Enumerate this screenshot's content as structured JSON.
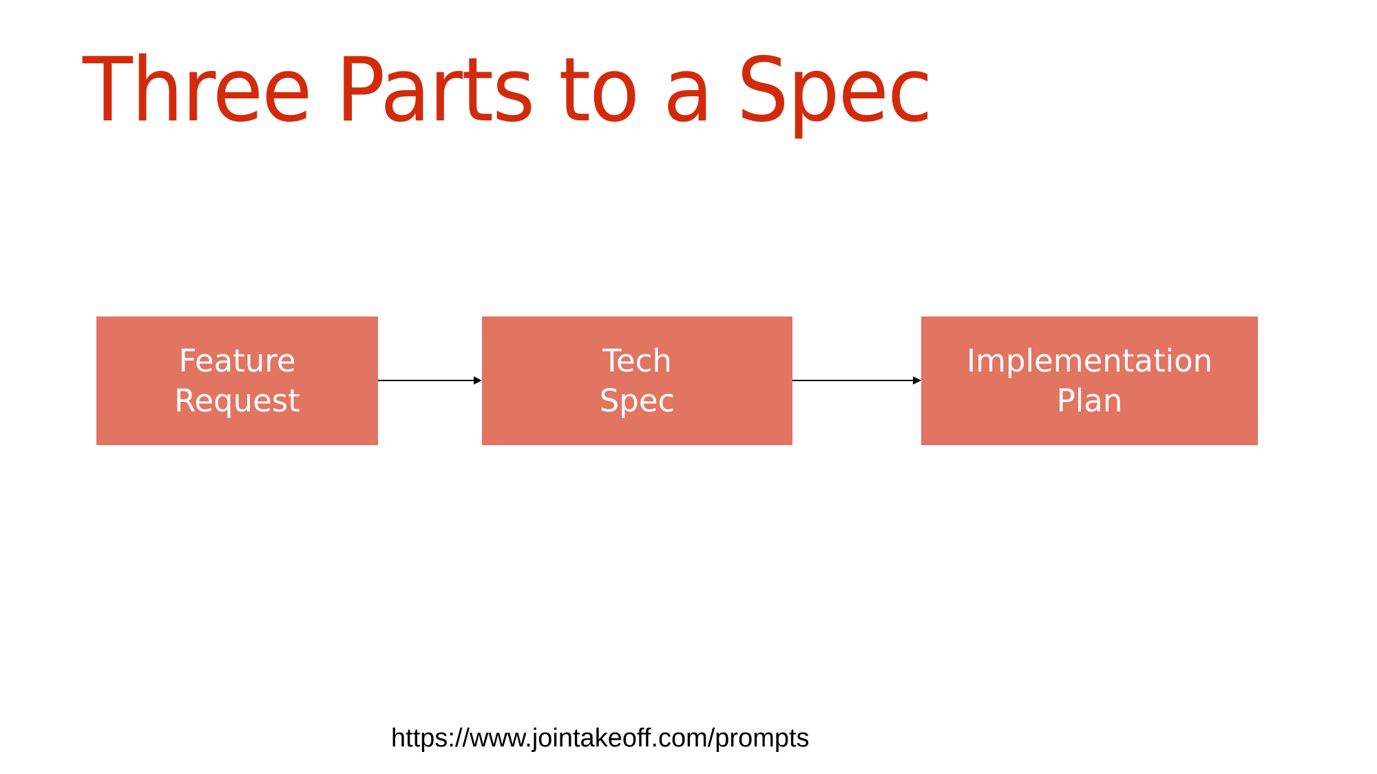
{
  "slide": {
    "title": "Three Parts to a Spec",
    "footer_url": "https://www.jointakeoff.com/prompts"
  },
  "colors": {
    "title": "#D22B0C",
    "box_fill": "#E27462",
    "box_text": "#FFFFFF",
    "arrow": "#000000",
    "background": "#FFFFFF"
  },
  "diagram": {
    "nodes": [
      {
        "id": "feature-request",
        "lines": [
          "Feature",
          "Request"
        ]
      },
      {
        "id": "tech-spec",
        "lines": [
          "Tech",
          "Spec"
        ]
      },
      {
        "id": "implementation-plan",
        "lines": [
          "Implementation",
          "Plan"
        ]
      }
    ],
    "edges": [
      {
        "from": "feature-request",
        "to": "tech-spec",
        "icon": "arrow-right-icon"
      },
      {
        "from": "tech-spec",
        "to": "implementation-plan",
        "icon": "arrow-right-icon"
      }
    ]
  }
}
